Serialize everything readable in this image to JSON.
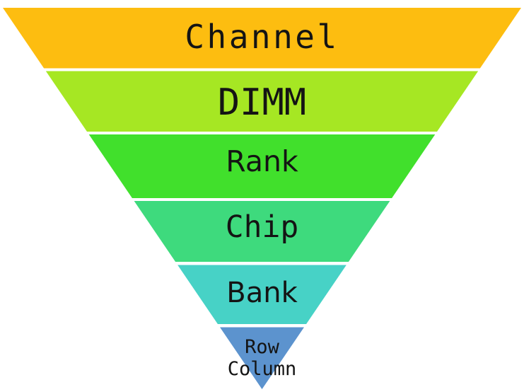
{
  "diagram": {
    "type": "inverted-pyramid",
    "background": "#ffffff",
    "text_color": "#141414",
    "levels": [
      {
        "label": "Channel",
        "color": "#fdbd10"
      },
      {
        "label": "DIMM",
        "color": "#a6e723"
      },
      {
        "label": "Rank",
        "color": "#41e02c"
      },
      {
        "label": "Chip",
        "color": "#3eda7d"
      },
      {
        "label": "Bank",
        "color": "#47d2c6"
      },
      {
        "label": "Row Column",
        "lines": [
          "Row",
          "Column"
        ],
        "color": "#5c93ce"
      }
    ]
  }
}
